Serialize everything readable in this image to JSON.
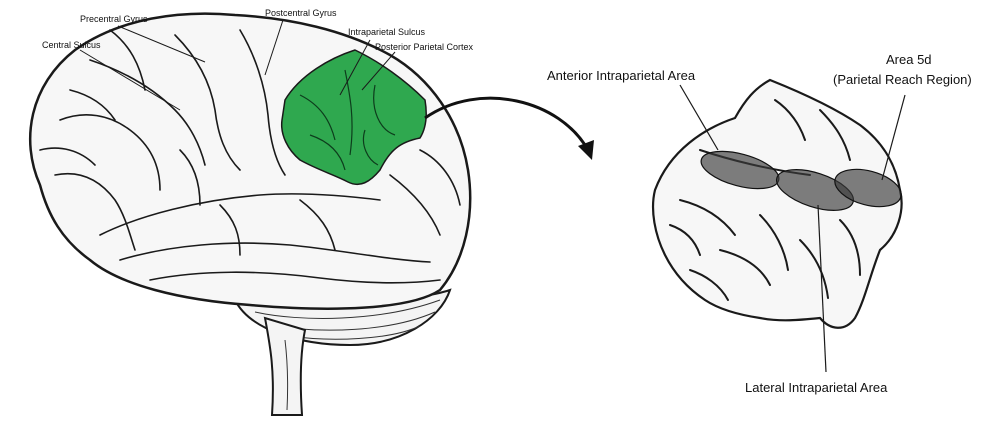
{
  "brain_labels": {
    "precentral_gyrus": "Precentral Gyrus",
    "postcentral_gyrus": "Postcentral Gyrus",
    "central_sulcus": "Central Sulcus",
    "intraparietal_sulcus": "Intraparietal Sulcus",
    "posterior_parietal_cortex": "Posterior Parietal Cortex"
  },
  "inset_labels": {
    "anterior_intraparietal_area": "Anterior Intraparietal Area",
    "area_5d": "Area 5d",
    "parietal_reach_region": "(Parietal Reach Region)",
    "lateral_intraparietal_area": "Lateral Intraparietal Area"
  },
  "colors": {
    "highlight": "#2fa84f",
    "outline": "#1a1a1a",
    "area_fill": "#3a3a3a"
  }
}
